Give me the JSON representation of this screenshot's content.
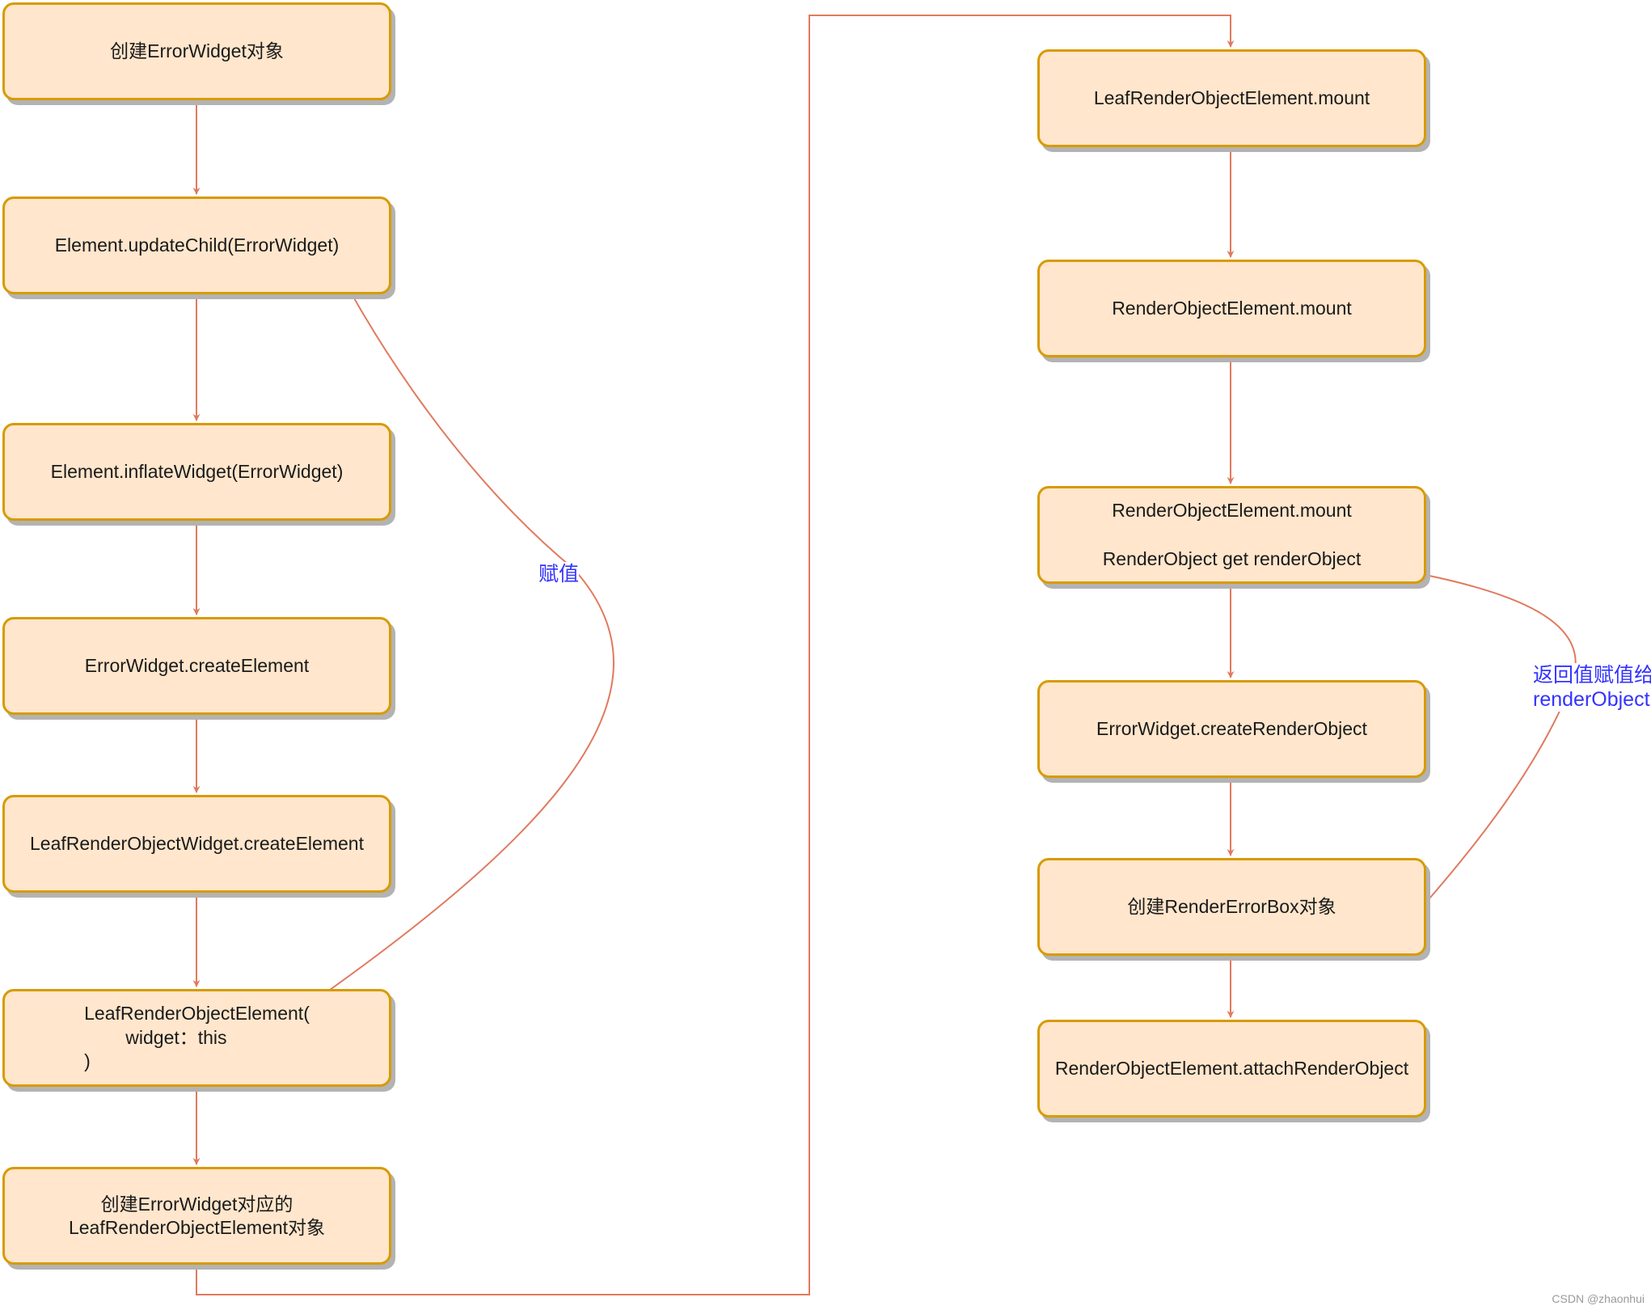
{
  "diagram": {
    "left_column": [
      {
        "text": "创建ErrorWidget对象"
      },
      {
        "text": "Element.updateChild(ErrorWidget)"
      },
      {
        "text": "Element.inflateWidget(ErrorWidget)"
      },
      {
        "text": "ErrorWidget.createElement"
      },
      {
        "text": "LeafRenderObjectWidget.createElement"
      },
      {
        "text": "LeafRenderObjectElement(\n        widget：this\n)"
      },
      {
        "text": "创建ErrorWidget对应的\nLeafRenderObjectElement对象"
      }
    ],
    "right_column": [
      {
        "text": "LeafRenderObjectElement.mount"
      },
      {
        "text": "RenderObjectElement.mount"
      },
      {
        "line1": "RenderObjectElement.mount",
        "line2": "RenderObject get renderObject"
      },
      {
        "text": "ErrorWidget.createRenderObject"
      },
      {
        "text": "创建RenderErrorBox对象"
      },
      {
        "text": "RenderObjectElement.attachRenderObject"
      }
    ],
    "edge_labels": {
      "assign": "赋值",
      "return_assign_line1": "返回值赋值给",
      "return_assign_line2": "renderObject"
    },
    "colors": {
      "node_fill": "#ffe6cc",
      "node_border": "#d79b00",
      "edge": "#e07a5f",
      "label_text": "#3333ff"
    }
  },
  "footer": {
    "watermark": "CSDN @zhaonhui"
  }
}
